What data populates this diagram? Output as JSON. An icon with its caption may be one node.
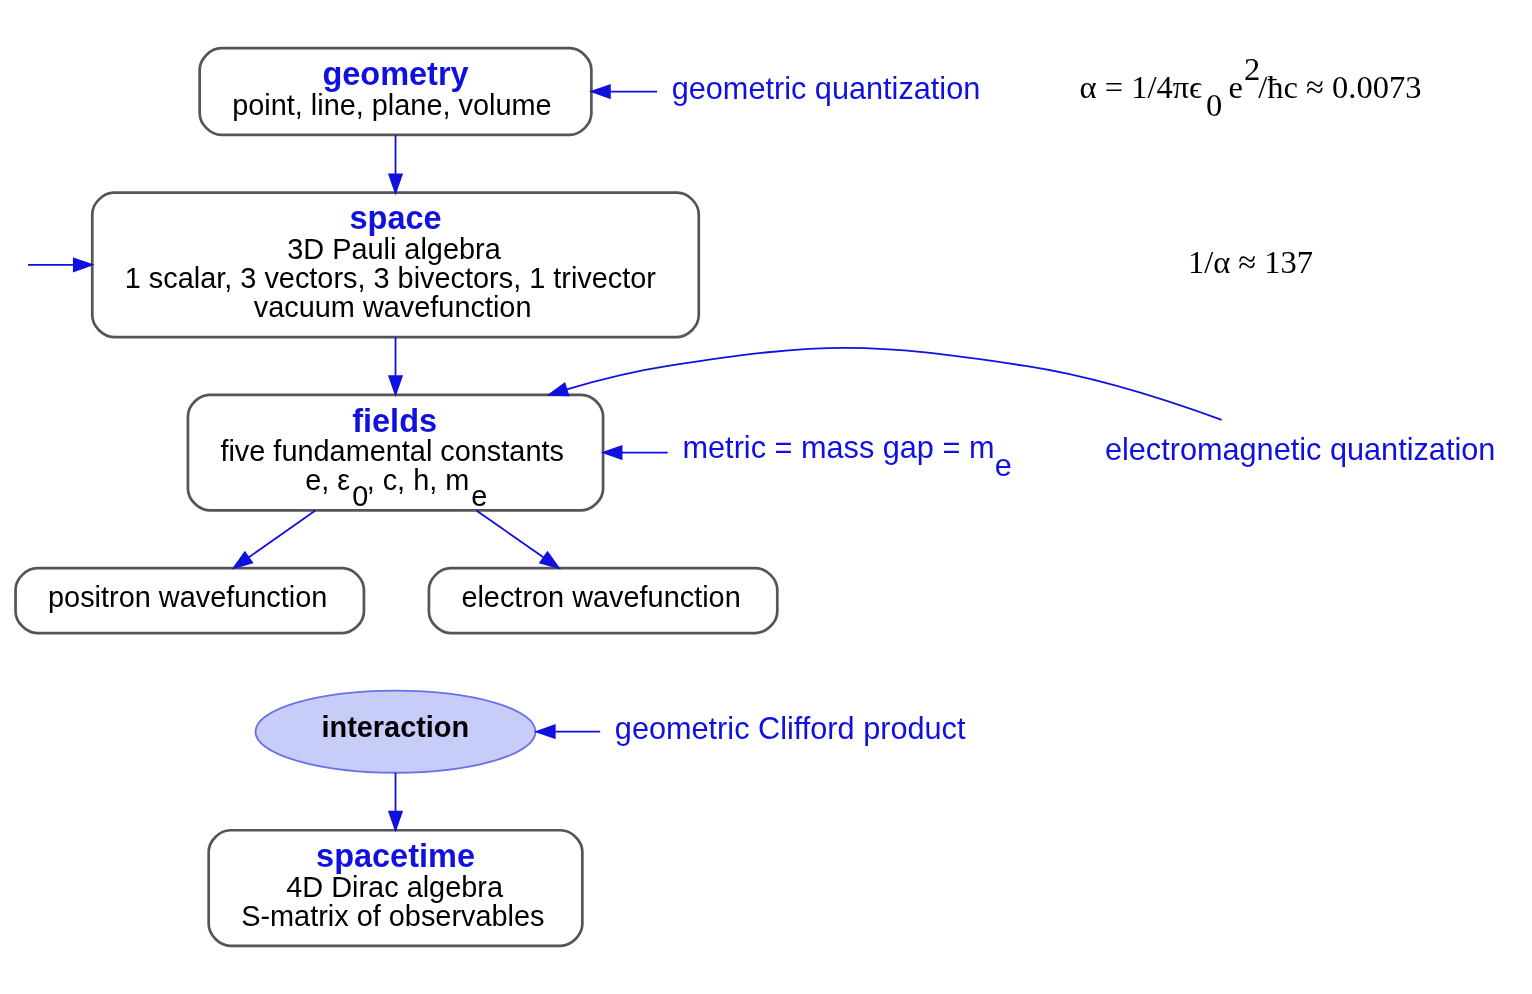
{
  "diagram": {
    "nodes": [
      {
        "text": [
          "geometry",
          "point, line, plane, volume"
        ]
      },
      {
        "text": [
          "space",
          "3D Pauli algebra",
          "1 scalar, 3 vectors, 3 bivectors, 1 trivector",
          "vacuum wavefunction"
        ]
      },
      {
        "text": [
          "fields",
          "five fundamental constants",
          "e, ε$_{0}$, c, h, m$_{e}$"
        ]
      },
      {
        "text": [
          "positron wavefunction"
        ]
      },
      {
        "text": [
          "interaction"
        ]
      },
      {
        "text": [
          "electron wavefunction"
        ]
      },
      {
        "text": [
          "spacetime",
          "4D Dirac algebra",
          "S-matrix of observables"
        ]
      },
      {
        "text": [
          "geometric quantization"
        ]
      },
      {
        "text": [
          "electromagnetic quantization"
        ]
      },
      {
        "text": [
          "metric = mass gap = m$_{e}$"
        ]
      },
      {
        "text": [
          "geometric Clifford product"
        ]
      }
    ],
    "edges": [
      {
        "from": 0,
        "to": 1,
        "arrow": "to"
      },
      {
        "from": 1,
        "to": 2,
        "arrow": "to"
      },
      {
        "from": 2,
        "to": 3,
        "arrow": "to"
      },
      {
        "from": 2,
        "to": 5,
        "arrow": "to"
      },
      {
        "from": 4,
        "to": 6,
        "arrow": "to"
      },
      {
        "from": 7,
        "to": 0,
        "arrow": "to"
      },
      {
        "from": null,
        "to": 1,
        "arrow": "to"
      },
      {
        "from": 8,
        "to": 2,
        "arrow": "to"
      },
      {
        "from": 9,
        "to": 2,
        "arrow": "to"
      },
      {
        "from": 10,
        "to": 4,
        "arrow": "to"
      }
    ],
    "labels": [
      "α = 1/4πϵ$_{0}$ e$^{2}$/ħc ≈ 0.0073",
      "1/α ≈ 137"
    ]
  }
}
